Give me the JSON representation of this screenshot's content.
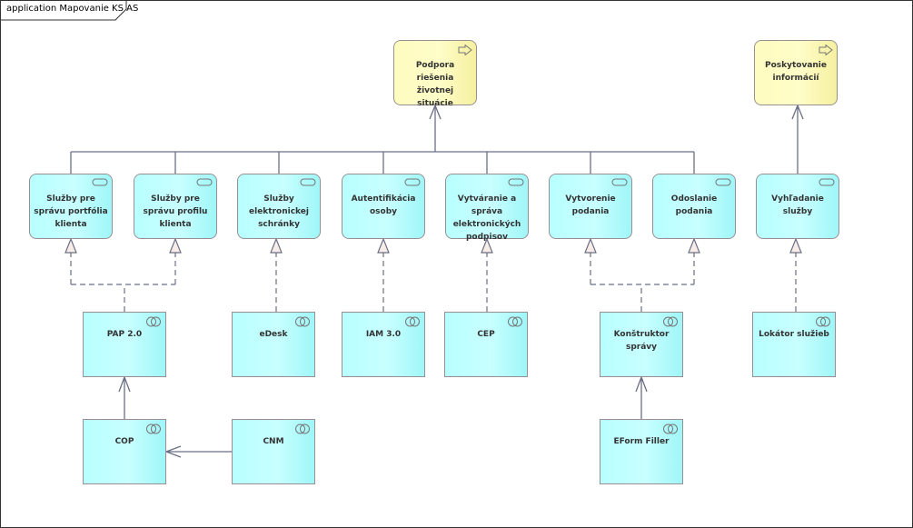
{
  "diagram": {
    "title": "application Mapovanie KS AS"
  },
  "values": [
    {
      "label": "Podpora riešenia životnej situácie"
    },
    {
      "label": "Poskytovanie informácií"
    }
  ],
  "services": [
    {
      "label": "Služby pre správu portfólia klienta"
    },
    {
      "label": "Služby pre správu profilu klienta"
    },
    {
      "label": "Služby elektronickej schránky"
    },
    {
      "label": "Autentifikácia osoby"
    },
    {
      "label": "Vytváranie a správa elektronických podpisov"
    },
    {
      "label": "Vytvorenie podania"
    },
    {
      "label": "Odoslanie podania"
    },
    {
      "label": "Vyhľadanie služby"
    }
  ],
  "components": [
    {
      "label": "PAP 2.0"
    },
    {
      "label": "eDesk"
    },
    {
      "label": "IAM 3.0"
    },
    {
      "label": "CEP"
    },
    {
      "label": "Konštruktor správy"
    },
    {
      "label": "Lokátor služieb"
    },
    {
      "label": "COP"
    },
    {
      "label": "CNM"
    },
    {
      "label": "EForm Filler"
    }
  ],
  "colors": {
    "service": "#b8ffff",
    "value": "#fffcc0",
    "line": "#6b6f86"
  }
}
